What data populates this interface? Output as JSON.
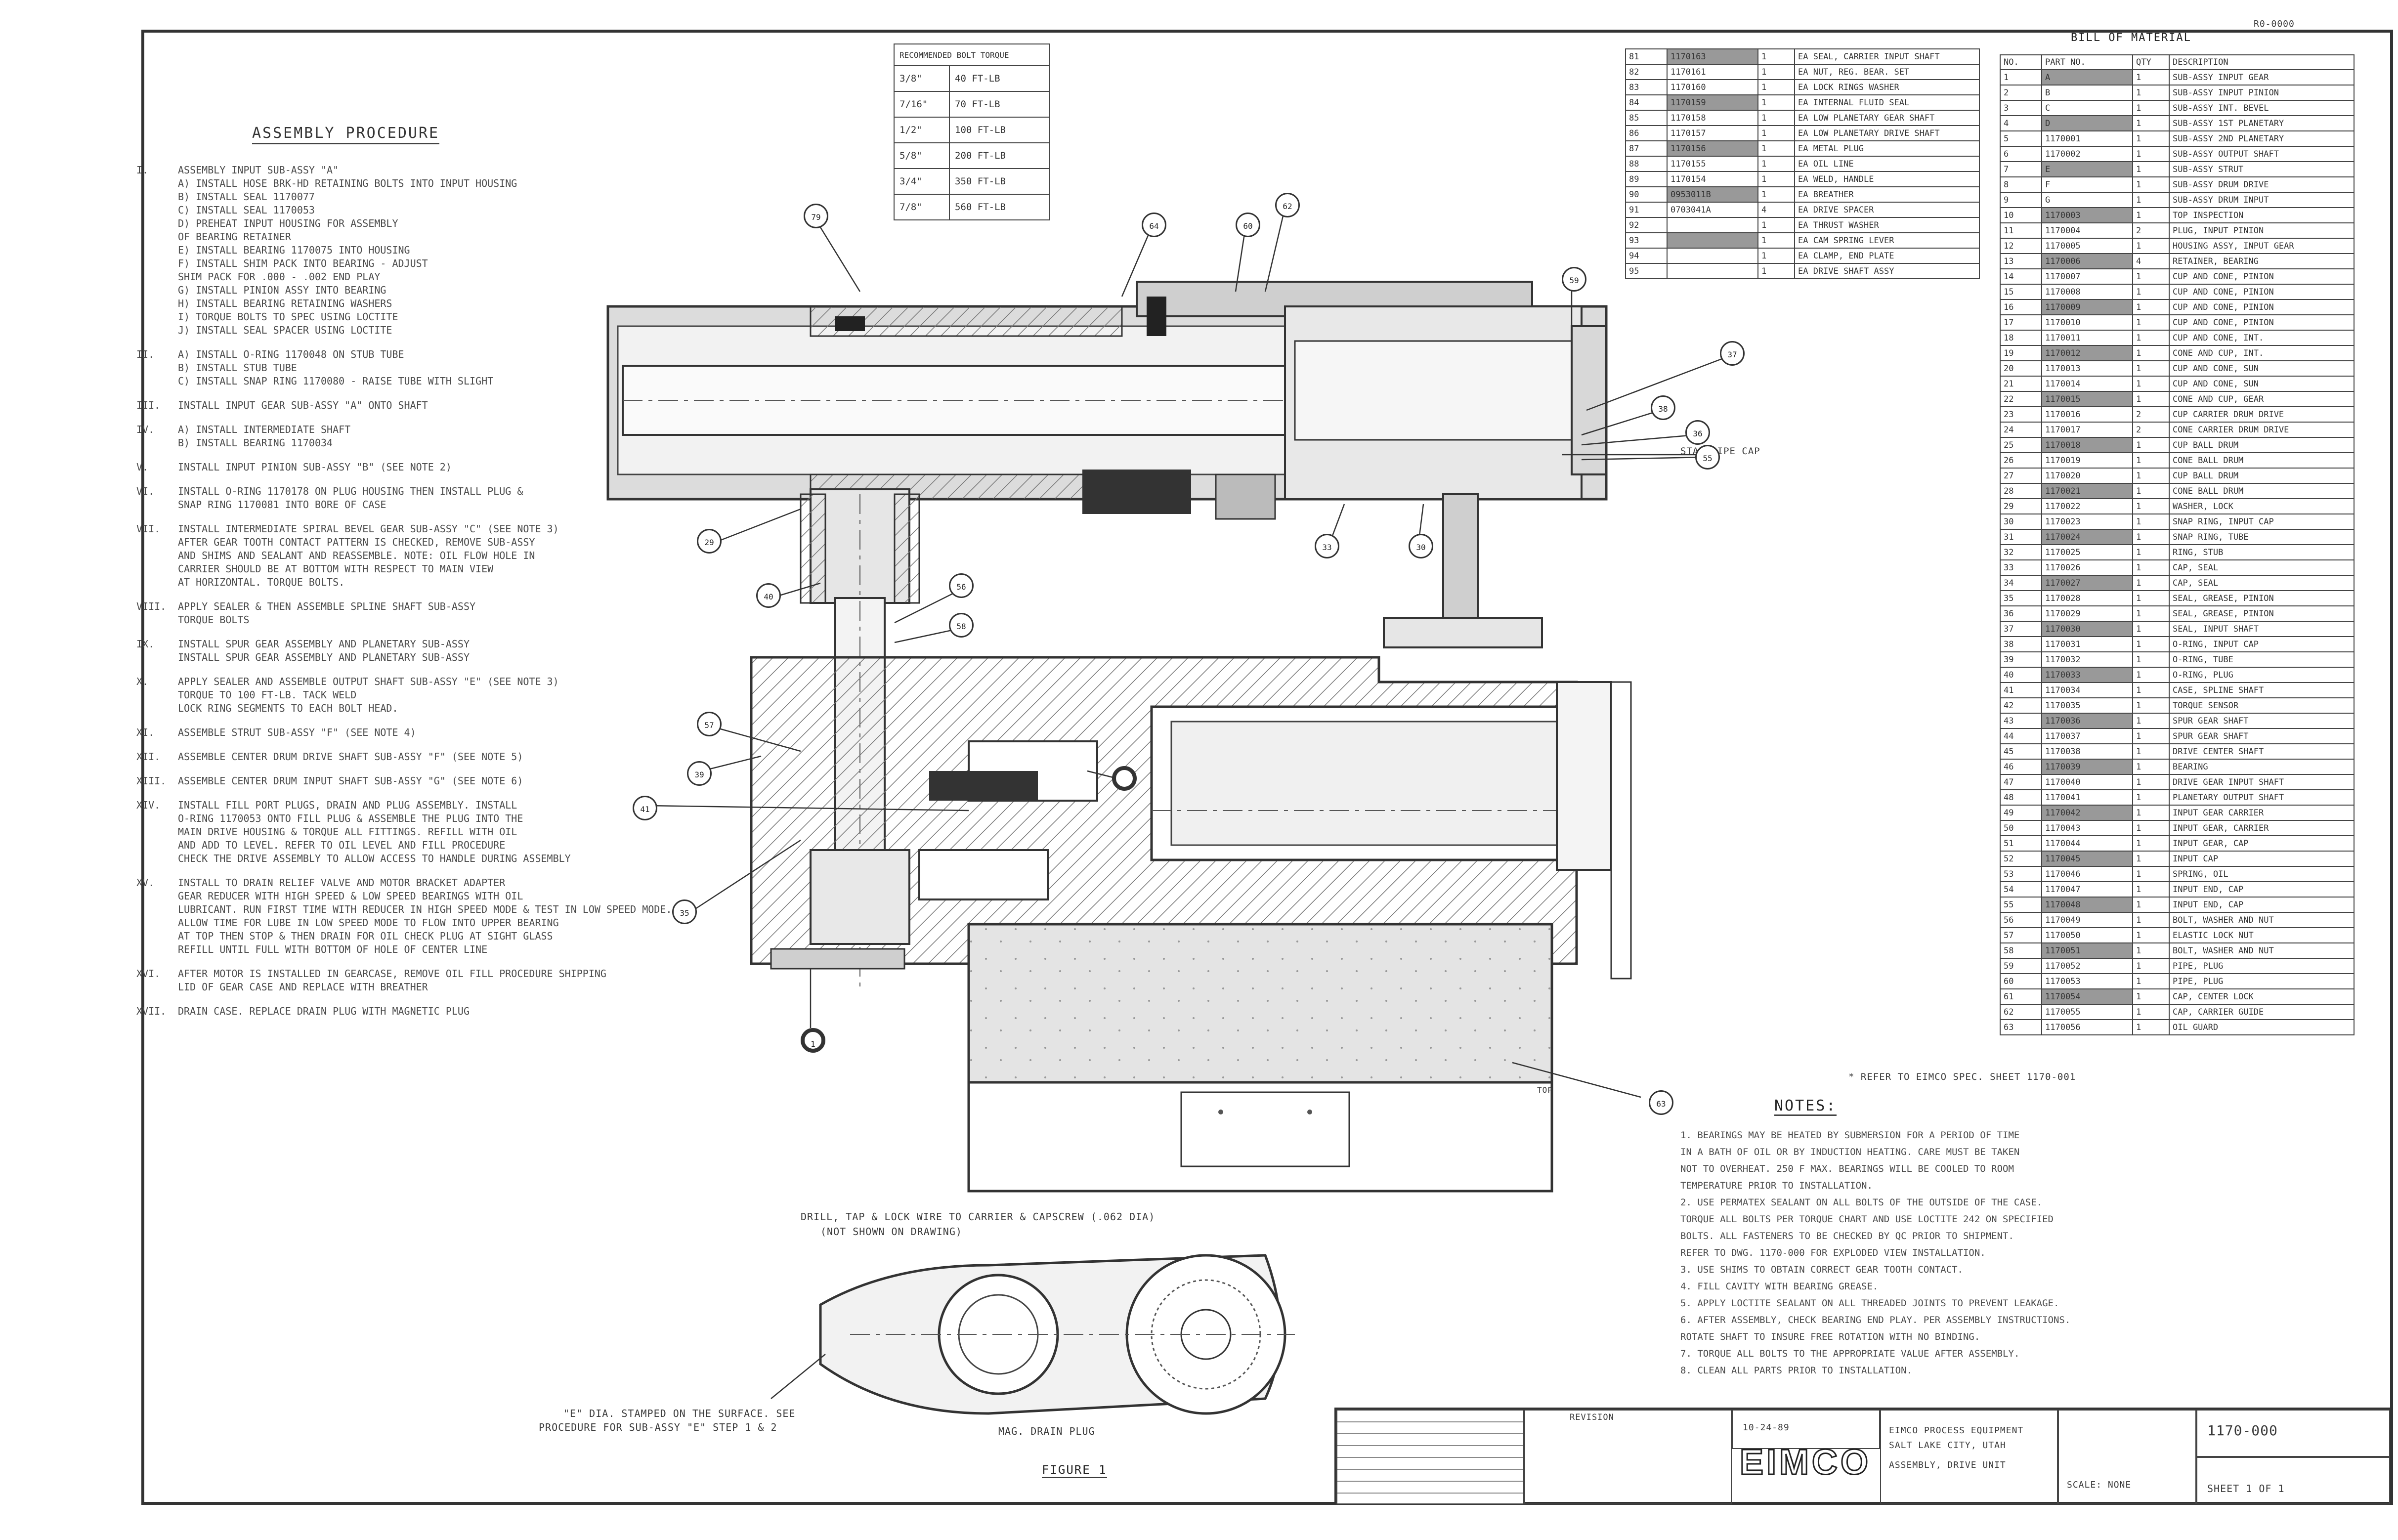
{
  "procedure": {
    "title": "ASSEMBLY PROCEDURE",
    "steps": [
      {
        "num": "I.",
        "text": "ASSEMBLY INPUT SUB-ASSY \"A\""
      },
      {
        "num": "",
        "text": "A) INSTALL HOSE BRK-HD RETAINING BOLTS INTO INPUT HOUSING"
      },
      {
        "num": "",
        "text": "B) INSTALL SEAL 1170077"
      },
      {
        "num": "",
        "text": "C) INSTALL SEAL 1170053"
      },
      {
        "num": "",
        "text": "D) PREHEAT INPUT HOUSING FOR ASSEMBLY"
      },
      {
        "num": "",
        "text": "   OF BEARING RETAINER"
      },
      {
        "num": "",
        "text": "E) INSTALL BEARING 1170075 INTO HOUSING"
      },
      {
        "num": "",
        "text": "F) INSTALL SHIM PACK INTO BEARING - ADJUST"
      },
      {
        "num": "",
        "text": "   SHIM PACK FOR .000 - .002 END PLAY"
      },
      {
        "num": "",
        "text": "G) INSTALL PINION ASSY INTO BEARING"
      },
      {
        "num": "",
        "text": "H) INSTALL BEARING RETAINING WASHERS"
      },
      {
        "num": "",
        "text": "I) TORQUE BOLTS TO SPEC USING LOCTITE"
      },
      {
        "num": "",
        "text": "J) INSTALL SEAL SPACER USING LOCTITE"
      },
      {
        "num": "II.",
        "text": "A) INSTALL O-RING 1170048 ON STUB TUBE"
      },
      {
        "num": "",
        "text": "B) INSTALL STUB TUBE"
      },
      {
        "num": "",
        "text": "C) INSTALL SNAP RING 1170080 - RAISE TUBE WITH SLIGHT"
      },
      {
        "num": "III.",
        "text": "INSTALL INPUT GEAR SUB-ASSY \"A\" ONTO SHAFT"
      },
      {
        "num": "IV.",
        "text": "A) INSTALL INTERMEDIATE SHAFT"
      },
      {
        "num": "",
        "text": "B) INSTALL BEARING 1170034"
      },
      {
        "num": "V.",
        "text": "INSTALL INPUT PINION SUB-ASSY \"B\" (SEE NOTE 2)"
      },
      {
        "num": "VI.",
        "text": "INSTALL O-RING 1170178 ON PLUG HOUSING THEN INSTALL PLUG &"
      },
      {
        "num": "",
        "text": "SNAP RING 1170081 INTO BORE OF CASE"
      },
      {
        "num": "VII.",
        "text": "INSTALL INTERMEDIATE SPIRAL BEVEL GEAR SUB-ASSY \"C\" (SEE NOTE 3)"
      },
      {
        "num": "",
        "text": "AFTER GEAR TOOTH CONTACT PATTERN IS CHECKED, REMOVE SUB-ASSY"
      },
      {
        "num": "",
        "text": "AND SHIMS AND SEALANT AND REASSEMBLE. NOTE: OIL FLOW HOLE IN"
      },
      {
        "num": "",
        "text": "CARRIER SHOULD BE AT BOTTOM WITH RESPECT TO MAIN VIEW"
      },
      {
        "num": "",
        "text": "AT HORIZONTAL. TORQUE BOLTS."
      },
      {
        "num": "VIII.",
        "text": "APPLY SEALER & THEN ASSEMBLE SPLINE SHAFT SUB-ASSY"
      },
      {
        "num": "",
        "text": "TORQUE BOLTS"
      },
      {
        "num": "IX.",
        "text": "INSTALL SPUR GEAR ASSEMBLY AND PLANETARY SUB-ASSY"
      },
      {
        "num": "",
        "text": "INSTALL SPUR GEAR ASSEMBLY AND PLANETARY SUB-ASSY"
      },
      {
        "num": "X.",
        "text": "APPLY SEALER AND ASSEMBLE OUTPUT SHAFT SUB-ASSY \"E\" (SEE NOTE 3)"
      },
      {
        "num": "",
        "text": "TORQUE TO 100 FT-LB. TACK WELD"
      },
      {
        "num": "",
        "text": "LOCK RING SEGMENTS TO EACH BOLT HEAD."
      },
      {
        "num": "XI.",
        "text": "ASSEMBLE STRUT SUB-ASSY \"F\" (SEE NOTE 4)"
      },
      {
        "num": "XII.",
        "text": "ASSEMBLE CENTER DRUM DRIVE SHAFT SUB-ASSY \"F\" (SEE NOTE 5)"
      },
      {
        "num": "XIII.",
        "text": "ASSEMBLE CENTER DRUM INPUT SHAFT SUB-ASSY \"G\" (SEE NOTE 6)"
      },
      {
        "num": "XIV.",
        "text": "INSTALL FILL PORT PLUGS, DRAIN AND PLUG ASSEMBLY. INSTALL"
      },
      {
        "num": "",
        "text": "O-RING 1170053 ONTO FILL PLUG & ASSEMBLE THE PLUG INTO THE"
      },
      {
        "num": "",
        "text": "MAIN DRIVE HOUSING & TORQUE ALL FITTINGS. REFILL WITH OIL"
      },
      {
        "num": "",
        "text": "AND ADD TO LEVEL. REFER TO OIL LEVEL AND FILL PROCEDURE"
      },
      {
        "num": "",
        "text": "CHECK THE DRIVE ASSEMBLY TO ALLOW ACCESS TO HANDLE DURING ASSEMBLY"
      },
      {
        "num": "XV.",
        "text": "INSTALL TO DRAIN RELIEF VALVE AND MOTOR BRACKET ADAPTER"
      },
      {
        "num": "",
        "text": "GEAR REDUCER WITH HIGH SPEED & LOW SPEED BEARINGS WITH OIL"
      },
      {
        "num": "",
        "text": "LUBRICANT. RUN FIRST TIME WITH REDUCER IN HIGH SPEED MODE & TEST IN LOW SPEED MODE."
      },
      {
        "num": "",
        "text": "ALLOW TIME FOR LUBE IN LOW SPEED MODE TO FLOW INTO UPPER BEARING"
      },
      {
        "num": "",
        "text": "AT TOP THEN STOP & THEN DRAIN FOR OIL CHECK PLUG AT SIGHT GLASS"
      },
      {
        "num": "",
        "text": "REFILL UNTIL FULL WITH BOTTOM OF HOLE OF CENTER LINE"
      },
      {
        "num": "XVI.",
        "text": "AFTER MOTOR IS INSTALLED IN GEARCASE, REMOVE OIL FILL PROCEDURE SHIPPING"
      },
      {
        "num": "",
        "text": "LID OF GEAR CASE AND REPLACE WITH BREATHER"
      },
      {
        "num": "XVII.",
        "text": "DRAIN CASE. REPLACE DRAIN PLUG WITH MAGNETIC PLUG"
      }
    ]
  },
  "torque_table": {
    "header": "RECOMMENDED BOLT TORQUE",
    "rows": [
      [
        "3/8\"",
        "40 FT-LB"
      ],
      [
        "7/16\"",
        "70 FT-LB"
      ],
      [
        "1/2\"",
        "100 FT-LB"
      ],
      [
        "5/8\"",
        "200 FT-LB"
      ],
      [
        "3/4\"",
        "350 FT-LB"
      ],
      [
        "7/8\"",
        "560 FT-LB"
      ]
    ]
  },
  "bom": {
    "title": "BILL OF MATERIAL",
    "header": [
      "NO.",
      "PART NO.",
      "QTY",
      "DESCRIPTION"
    ],
    "left_rows": [
      [
        "81",
        "1170163",
        "1",
        "EA SEAL, CARRIER INPUT SHAFT"
      ],
      [
        "82",
        "1170161",
        "1",
        "EA NUT, REG. BEAR. SET"
      ],
      [
        "83",
        "1170160",
        "1",
        "EA LOCK RINGS WASHER"
      ],
      [
        "84",
        "1170159",
        "1",
        "EA INTERNAL FLUID SEAL"
      ],
      [
        "85",
        "1170158",
        "1",
        "EA LOW PLANETARY GEAR SHAFT"
      ],
      [
        "86",
        "1170157",
        "1",
        "EA LOW PLANETARY DRIVE SHAFT"
      ],
      [
        "87",
        "1170156",
        "1",
        "EA METAL PLUG"
      ],
      [
        "88",
        "1170155",
        "1",
        "EA OIL LINE"
      ],
      [
        "89",
        "1170154",
        "1",
        "EA WELD, HANDLE"
      ],
      [
        "90",
        "0953011B",
        "1",
        "EA BREATHER"
      ],
      [
        "91",
        "0703041A",
        "4",
        "EA DRIVE SPACER"
      ],
      [
        "92",
        "",
        "1",
        "EA THRUST WASHER"
      ],
      [
        "93",
        "",
        "1",
        "EA CAM SPRING LEVER"
      ],
      [
        "94",
        "",
        "1",
        "EA CLAMP, END PLATE"
      ],
      [
        "95",
        "",
        "1",
        "EA DRIVE SHAFT ASSY"
      ]
    ],
    "right_rows": [
      [
        "1",
        "A",
        "1",
        "SUB-ASSY INPUT GEAR"
      ],
      [
        "2",
        "B",
        "1",
        "SUB-ASSY INPUT PINION"
      ],
      [
        "3",
        "C",
        "1",
        "SUB-ASSY INT. BEVEL"
      ],
      [
        "4",
        "D",
        "1",
        "SUB-ASSY 1ST PLANETARY"
      ],
      [
        "5",
        "1170001",
        "1",
        "SUB-ASSY 2ND PLANETARY"
      ],
      [
        "6",
        "1170002",
        "1",
        "SUB-ASSY OUTPUT SHAFT"
      ],
      [
        "7",
        "E",
        "1",
        "SUB-ASSY STRUT"
      ],
      [
        "8",
        "F",
        "1",
        "SUB-ASSY DRUM DRIVE"
      ],
      [
        "9",
        "G",
        "1",
        "SUB-ASSY DRUM INPUT"
      ],
      [
        "10",
        "1170003",
        "1",
        "TOP INSPECTION"
      ],
      [
        "11",
        "1170004",
        "2",
        "PLUG, INPUT PINION"
      ],
      [
        "12",
        "1170005",
        "1",
        "HOUSING ASSY, INPUT GEAR"
      ],
      [
        "13",
        "1170006",
        "4",
        "RETAINER, BEARING"
      ],
      [
        "14",
        "1170007",
        "1",
        "CUP AND CONE, PINION"
      ],
      [
        "15",
        "1170008",
        "1",
        "CUP AND CONE, PINION"
      ],
      [
        "16",
        "1170009",
        "1",
        "CUP AND CONE, PINION"
      ],
      [
        "17",
        "1170010",
        "1",
        "CUP AND CONE, PINION"
      ],
      [
        "18",
        "1170011",
        "1",
        "CUP AND CONE, INT."
      ],
      [
        "19",
        "1170012",
        "1",
        "CONE AND CUP, INT."
      ],
      [
        "20",
        "1170013",
        "1",
        "CUP AND CONE, SUN"
      ],
      [
        "21",
        "1170014",
        "1",
        "CUP AND CONE, SUN"
      ],
      [
        "22",
        "1170015",
        "1",
        "CONE AND CUP, GEAR"
      ],
      [
        "23",
        "1170016",
        "2",
        "CUP CARRIER DRUM DRIVE"
      ],
      [
        "24",
        "1170017",
        "2",
        "CONE CARRIER DRUM DRIVE"
      ],
      [
        "25",
        "1170018",
        "1",
        "CUP BALL DRUM"
      ],
      [
        "26",
        "1170019",
        "1",
        "CONE BALL DRUM"
      ],
      [
        "27",
        "1170020",
        "1",
        "CUP BALL DRUM"
      ],
      [
        "28",
        "1170021",
        "1",
        "CONE BALL DRUM"
      ],
      [
        "29",
        "1170022",
        "1",
        "WASHER, LOCK"
      ],
      [
        "30",
        "1170023",
        "1",
        "SNAP RING, INPUT CAP"
      ],
      [
        "31",
        "1170024",
        "1",
        "SNAP RING, TUBE"
      ],
      [
        "32",
        "1170025",
        "1",
        "RING, STUB"
      ],
      [
        "33",
        "1170026",
        "1",
        "CAP, SEAL"
      ],
      [
        "34",
        "1170027",
        "1",
        "CAP, SEAL"
      ],
      [
        "35",
        "1170028",
        "1",
        "SEAL, GREASE, PINION"
      ],
      [
        "36",
        "1170029",
        "1",
        "SEAL, GREASE, PINION"
      ],
      [
        "37",
        "1170030",
        "1",
        "SEAL, INPUT SHAFT"
      ],
      [
        "38",
        "1170031",
        "1",
        "O-RING, INPUT CAP"
      ],
      [
        "39",
        "1170032",
        "1",
        "O-RING, TUBE"
      ],
      [
        "40",
        "1170033",
        "1",
        "O-RING, PLUG"
      ],
      [
        "41",
        "1170034",
        "1",
        "CASE, SPLINE SHAFT"
      ],
      [
        "42",
        "1170035",
        "1",
        "TORQUE SENSOR"
      ],
      [
        "43",
        "1170036",
        "1",
        "SPUR GEAR SHAFT"
      ],
      [
        "44",
        "1170037",
        "1",
        "SPUR GEAR SHAFT"
      ],
      [
        "45",
        "1170038",
        "1",
        "DRIVE CENTER SHAFT"
      ],
      [
        "46",
        "1170039",
        "1",
        "BEARING"
      ],
      [
        "47",
        "1170040",
        "1",
        "DRIVE GEAR INPUT SHAFT"
      ],
      [
        "48",
        "1170041",
        "1",
        "PLANETARY OUTPUT SHAFT"
      ],
      [
        "49",
        "1170042",
        "1",
        "INPUT GEAR CARRIER"
      ],
      [
        "50",
        "1170043",
        "1",
        "INPUT GEAR, CARRIER"
      ],
      [
        "51",
        "1170044",
        "1",
        "INPUT GEAR, CAP"
      ],
      [
        "52",
        "1170045",
        "1",
        "INPUT CAP"
      ],
      [
        "53",
        "1170046",
        "1",
        "SPRING, OIL"
      ],
      [
        "54",
        "1170047",
        "1",
        "INPUT END, CAP"
      ],
      [
        "55",
        "1170048",
        "1",
        "INPUT END, CAP"
      ],
      [
        "56",
        "1170049",
        "1",
        "BOLT, WASHER AND NUT"
      ],
      [
        "57",
        "1170050",
        "1",
        "ELASTIC LOCK NUT"
      ],
      [
        "58",
        "1170051",
        "1",
        "BOLT, WASHER AND NUT"
      ],
      [
        "59",
        "1170052",
        "1",
        "PIPE, PLUG"
      ],
      [
        "60",
        "1170053",
        "1",
        "PIPE, PLUG"
      ],
      [
        "61",
        "1170054",
        "1",
        "CAP, CENTER LOCK"
      ],
      [
        "62",
        "1170055",
        "1",
        "CAP, CARRIER GUIDE"
      ],
      [
        "63",
        "1170056",
        "1",
        "OIL GUARD"
      ]
    ],
    "footer": "* REFER TO EIMCO SPEC. SHEET 1170-001"
  },
  "notes": {
    "title": "NOTES:",
    "items": [
      "1. BEARINGS MAY BE HEATED BY SUBMERSION FOR A PERIOD OF TIME",
      "   IN A BATH OF OIL OR BY INDUCTION HEATING. CARE MUST BE TAKEN",
      "   NOT TO OVERHEAT. 250 F MAX. BEARINGS WILL BE COOLED TO ROOM",
      "   TEMPERATURE PRIOR TO INSTALLATION.",
      "2. USE PERMATEX SEALANT ON ALL BOLTS OF THE OUTSIDE OF THE CASE.",
      "   TORQUE ALL BOLTS PER TORQUE CHART AND USE LOCTITE 242 ON SPECIFIED",
      "   BOLTS. ALL FASTENERS TO BE CHECKED BY QC PRIOR TO SHIPMENT.",
      "   REFER TO DWG. 1170-000 FOR EXPLODED VIEW INSTALLATION.",
      "3. USE SHIMS TO OBTAIN CORRECT GEAR TOOTH CONTACT.",
      "4. FILL CAVITY WITH BEARING GREASE.",
      "5. APPLY LOCTITE SEALANT ON ALL THREADED JOINTS TO PREVENT LEAKAGE.",
      "6. AFTER ASSEMBLY, CHECK BEARING END PLAY. PER ASSEMBLY INSTRUCTIONS.",
      "   ROTATE SHAFT TO INSURE FREE ROTATION WITH NO BINDING.",
      "7. TORQUE ALL BOLTS TO THE APPROPRIATE VALUE AFTER ASSEMBLY.",
      "8. CLEAN ALL PARTS PRIOR TO INSTALLATION."
    ]
  },
  "callouts": {
    "drill_note": "DRILL, TAP & LOCK WIRE TO CARRIER & CAPSCREW (.062 DIA)",
    "drill_note2": "(NOT SHOWN ON DRAWING)",
    "stamp_note": "\"E\" DIA. STAMPED ON THE SURFACE. SEE",
    "stamp_note2": "PROCEDURE FOR SUB-ASSY \"E\" STEP 1 & 2",
    "drain_plug": "MAG. DRAIN PLUG",
    "breather": "STANDPIPE CAP",
    "figure_label": "FIGURE 1",
    "top_label": "TOP"
  },
  "balloons": [
    "63",
    "79",
    "64",
    "60",
    "62",
    "59",
    "37",
    "38",
    "36",
    "55",
    "29",
    "33",
    "30",
    "40",
    "56",
    "58",
    "57",
    "39",
    "41",
    "35",
    "1"
  ],
  "title_block": {
    "company": "EIMCO",
    "company_detail": "EIMCO PROCESS EQUIPMENT",
    "city": "SALT LAKE CITY, UTAH",
    "drawing_title": "ASSEMBLY, DRIVE UNIT",
    "drawing_no": "1170-000",
    "sheet": "SHEET 1 OF 1",
    "scale": "SCALE: NONE",
    "revision_label": "REVISION",
    "date": "10-24-89"
  },
  "corner_stamp": "R0-0000"
}
